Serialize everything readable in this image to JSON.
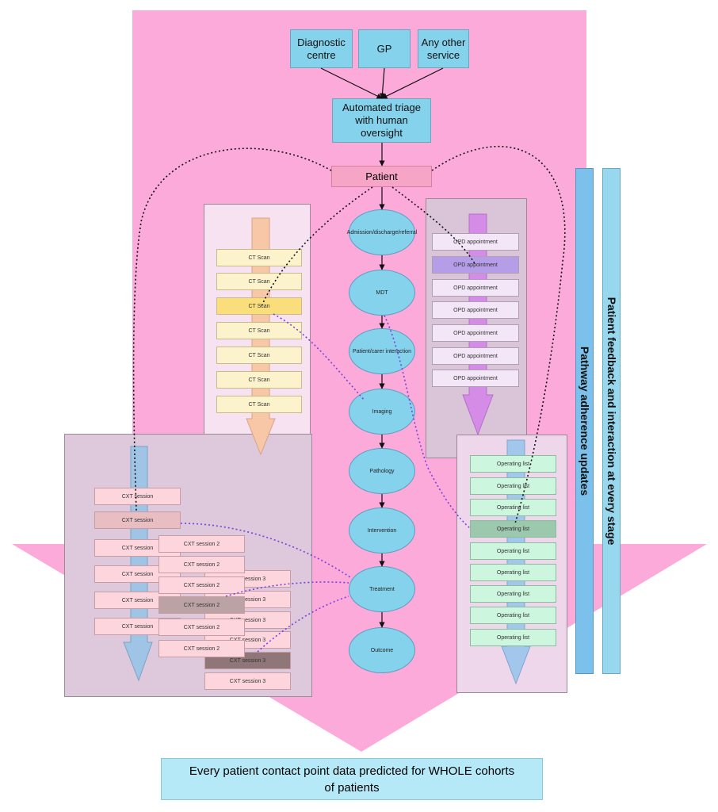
{
  "sources": [
    "Diagnostic centre",
    "GP",
    "Any other service"
  ],
  "triage_label": "Automated triage with human oversight",
  "patient_label": "Patient",
  "pathway_stages": [
    "Admission/discharge/referral",
    "MDT",
    "Patient/carer interaction",
    "Imaging",
    "Pathology",
    "Intervention",
    "Treatment",
    "Outcome"
  ],
  "ct_items": [
    "CT Scan",
    "CT Scan",
    "CT Scan",
    "CT Scan",
    "CT Scan",
    "CT Scan",
    "CT Scan"
  ],
  "opd_items": [
    "OPD appointment",
    "OPD appointment",
    "OPD appointment",
    "OPD appointment",
    "OPD appointment",
    "OPD appointment",
    "OPD appointment"
  ],
  "operating_items": [
    "Operating list",
    "Operating list",
    "Operating list",
    "Operating list",
    "Operating list",
    "Operating list",
    "Operating list",
    "Operating list",
    "Operating list"
  ],
  "cxt_col1": [
    "CXT session",
    "CXT session",
    "CXT session",
    "CXT session",
    "CXT session",
    "CXT session"
  ],
  "cxt_col2": [
    "CXT session 2",
    "CXT session 2",
    "CXT session 2",
    "CXT session 2",
    "CXT session 2",
    "CXT session 2"
  ],
  "cxt_col3": [
    "CXT session 3",
    "CXT session 3",
    "CXT session 3",
    "CXT session 3",
    "CXT session 3",
    "CXT session 3"
  ],
  "side_labels": [
    "Pathway adherence updates",
    "Patient feedback and interaction at every stage"
  ],
  "footer_text": "Every patient contact point data predicted for WHOLE cohorts of patients",
  "colors": {
    "background_arrow": "#fbaad9",
    "source_boxes": "#85d2ec",
    "patient_box": "#f7a5c6",
    "ct_panel": "#f7e2f2",
    "opd_panel": "#dac4d7",
    "operating_panel": "#eed6eb",
    "cxt_panel": "#dec8db",
    "dotted_link": "#7a3fe0"
  }
}
